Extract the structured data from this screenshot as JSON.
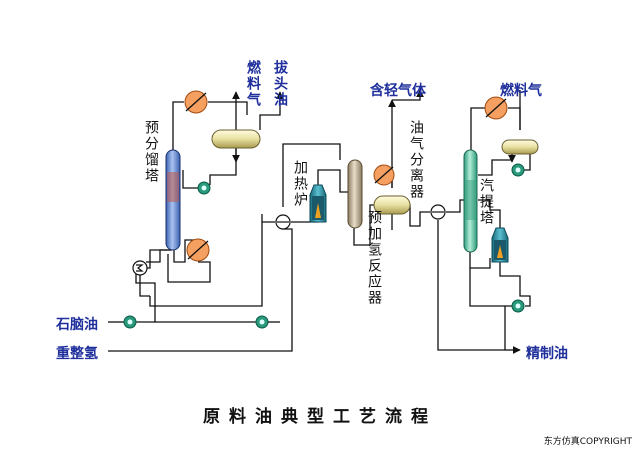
{
  "title": "原料油典型工艺流程",
  "copyright": "东方仿真COPYRIGHT",
  "labels": {
    "fuel_gas_left": "燃料气",
    "topping_oil": "拔头油",
    "prefractionator": "预分馏塔",
    "heating_furnace": "加热炉",
    "prehydro_reactor": "预加氢反应器",
    "light_gas": "含轻气体",
    "oil_gas_separator": "油气分离器",
    "fuel_gas_right": "燃料气",
    "stripper": "汽提塔",
    "naphtha": "石脑油",
    "reformed_hydrogen": "重整氢",
    "refined_oil": "精制油"
  },
  "colors": {
    "line": "#111111",
    "label_blue": "#1f2f9c",
    "column_blue": "#6a8fd6",
    "column_green": "#5cc0a0",
    "reactor_tan": "#b8a890",
    "vessel_yellow": "#e8e0a0",
    "pump_green": "#2a9a7a",
    "furnace_teal": "#2a8a9a",
    "flame": "#f0a020",
    "hx_orange": "#f08a40"
  },
  "icons": [
    "heat-exchanger-icon",
    "pump-icon",
    "furnace-icon",
    "mixer-icon",
    "distillation-column-icon",
    "reflux-drum-icon"
  ]
}
